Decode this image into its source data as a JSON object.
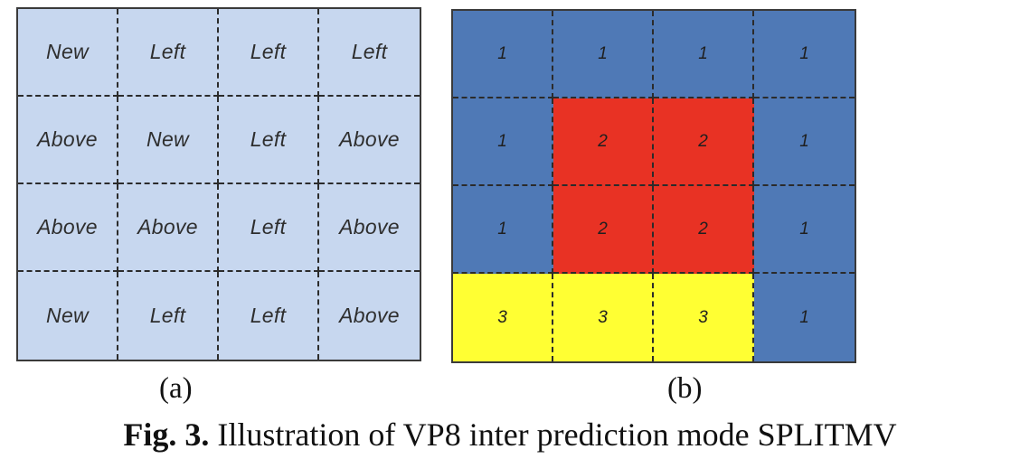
{
  "panel_a": {
    "cells": [
      [
        "New",
        "Left",
        "Left",
        "Left"
      ],
      [
        "Above",
        "New",
        "Left",
        "Above"
      ],
      [
        "Above",
        "Above",
        "Left",
        "Above"
      ],
      [
        "New",
        "Left",
        "Left",
        "Above"
      ]
    ],
    "background_color": "#c7d7ef"
  },
  "panel_b": {
    "cells": [
      [
        "1",
        "1",
        "1",
        "1"
      ],
      [
        "1",
        "2",
        "2",
        "1"
      ],
      [
        "1",
        "2",
        "2",
        "1"
      ],
      [
        "3",
        "3",
        "3",
        "1"
      ]
    ],
    "partition_colors": {
      "1": "#4f79b6",
      "2": "#e83224",
      "3": "#ffff33"
    }
  },
  "captions": {
    "panel_a": "(a)",
    "panel_b": "(b)",
    "figure_label": "Fig. 3.",
    "figure_text": " Illustration of VP8 inter prediction mode SPLITMV"
  }
}
